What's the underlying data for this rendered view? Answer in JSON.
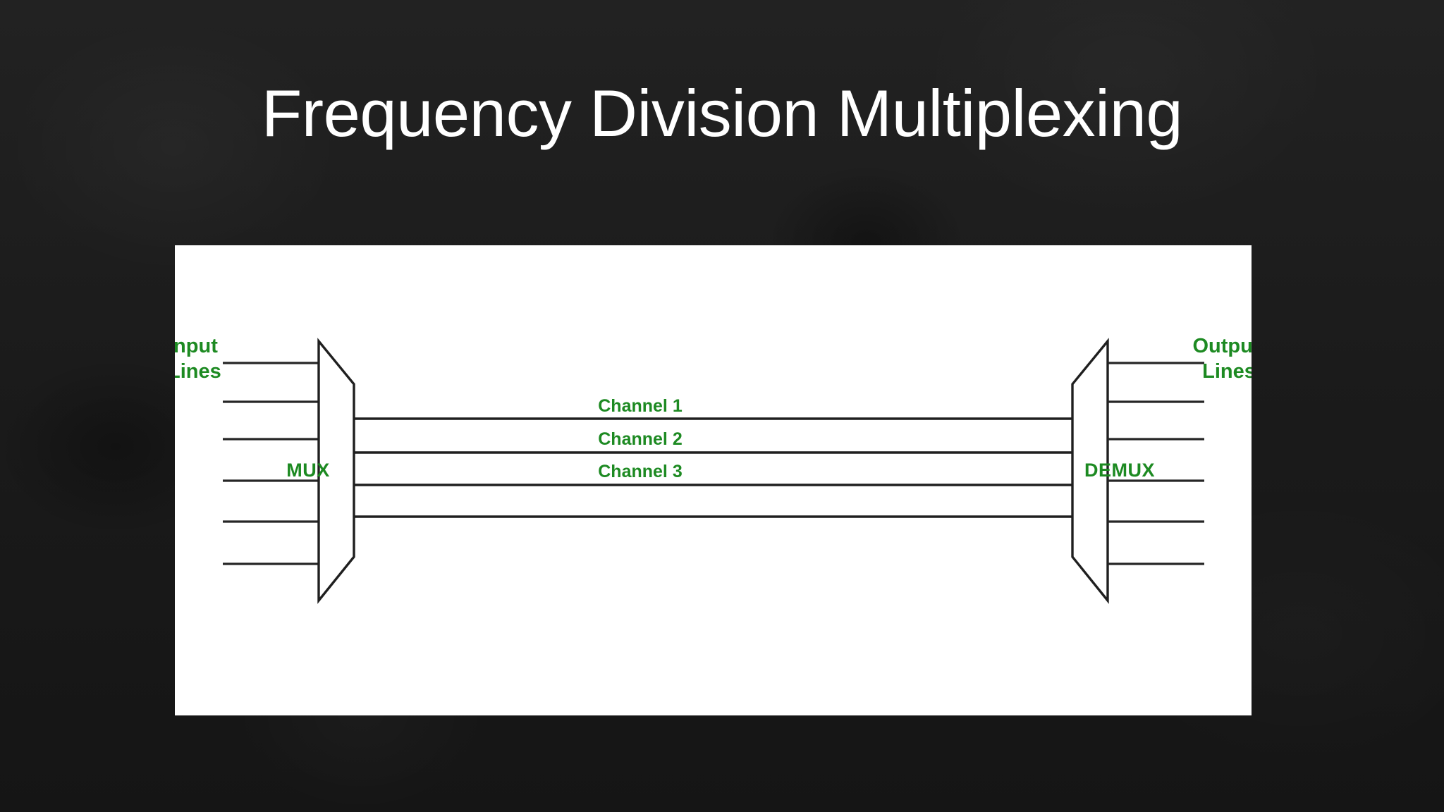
{
  "slide": {
    "title": "Frequency Division Multiplexing",
    "background_color": "#1d1d1d",
    "title_color": "#ffffff"
  },
  "figure": {
    "background_color": "#ffffff",
    "label_color": "#1d8a22",
    "line_color": "#262626",
    "input_label_line1": "Input",
    "input_label_line2": "Lines",
    "output_label_line1": "Output",
    "output_label_line2": "Lines",
    "mux_label": "MUX",
    "demux_label": "DEMUX",
    "channels": [
      {
        "label": "Channel 1"
      },
      {
        "label": "Channel 2"
      },
      {
        "label": "Channel 3"
      }
    ],
    "input_line_count": "6",
    "output_line_count": "6",
    "trunk_line_count": "4"
  },
  "chart_data": {
    "type": "diagram",
    "title": "Frequency Division Multiplexing",
    "nodes": [
      {
        "id": "input-lines",
        "label": "Input Lines",
        "kind": "label",
        "count": 6
      },
      {
        "id": "mux",
        "label": "MUX",
        "kind": "trapezoid"
      },
      {
        "id": "demux",
        "label": "DEMUX",
        "kind": "trapezoid"
      },
      {
        "id": "output-lines",
        "label": "Output Lines",
        "kind": "label",
        "count": 6
      }
    ],
    "links": [
      {
        "from": "input-lines",
        "to": "mux",
        "count": 6
      },
      {
        "from": "mux",
        "to": "demux",
        "labels": [
          "Channel 1",
          "Channel 2",
          "Channel 3"
        ],
        "count": 4
      },
      {
        "from": "demux",
        "to": "output-lines",
        "count": 6
      }
    ]
  }
}
